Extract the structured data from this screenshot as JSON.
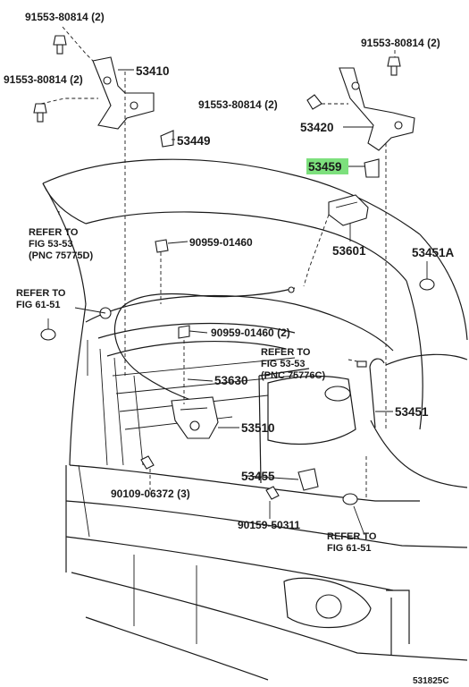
{
  "callouts": {
    "bolt_top_left": "91553-80814 (2)",
    "bolt_left": "91553-80814 (2)",
    "hinge_left": "53410",
    "clip_left": "53449",
    "bolt_top_right": "91553-80814 (2)",
    "bolt_right": "91553-80814 (2)",
    "hinge_right": "53420",
    "clip_right_highlighted": "53459",
    "hood_cushion": "53601",
    "cushion_right": "53451A",
    "clamp_upper": "90959-01460",
    "clamp_lower": "90959-01460 (2)",
    "release_cable": "53630",
    "support_rod": "53451",
    "hood_lock": "53510",
    "bracket": "53455",
    "bolt_lock": "90109-06372 (3)",
    "bolt_bracket": "90159-50311",
    "diagram_code": "531825C"
  },
  "references": {
    "ref_fig53_left": [
      "REFER  TO",
      "FIG   53-53",
      "(PNC 75775D)"
    ],
    "ref_fig61_left": [
      "REFER  TO",
      "FIG   61-51"
    ],
    "ref_fig53_center": [
      "REFER  TO",
      "FIG   53-53",
      "(PNC 75776C)"
    ],
    "ref_fig61_bottom": [
      "REFER  TO",
      "FIG   61-51"
    ]
  },
  "colors": {
    "highlight": "#7de07d",
    "ink": "#1a1a1a"
  }
}
